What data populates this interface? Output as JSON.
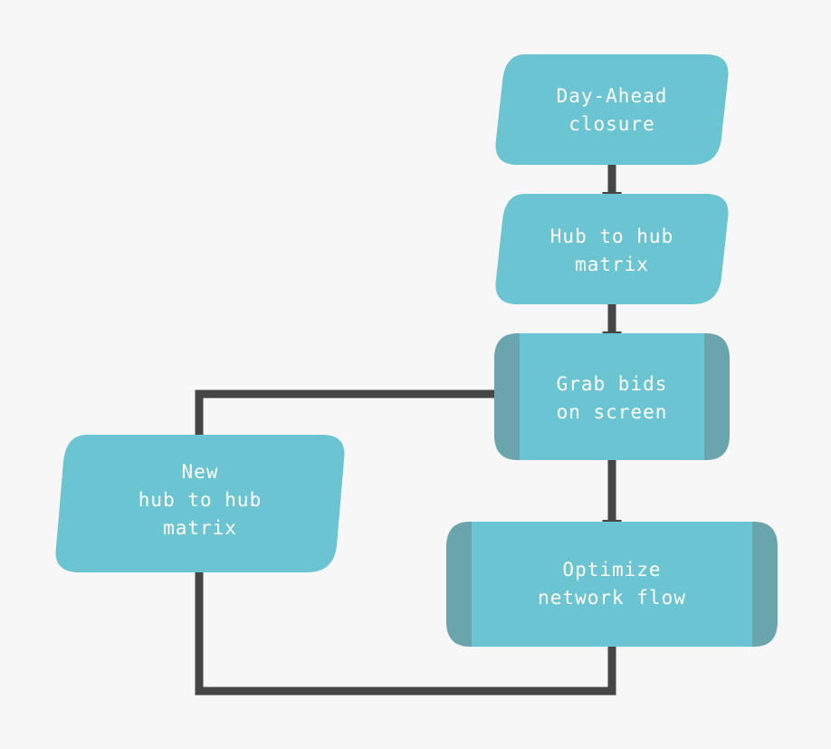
{
  "diagram": {
    "nodes": {
      "day_ahead": {
        "line1": "Day-Ahead",
        "line2": "closure",
        "shape": "parallelogram"
      },
      "hub_matrix": {
        "line1": "Hub to hub",
        "line2": "matrix",
        "shape": "parallelogram"
      },
      "grab_bids": {
        "line1": "Grab bids",
        "line2": "on screen",
        "shape": "predefined-process"
      },
      "optimize": {
        "line1": "Optimize",
        "line2": "network flow",
        "shape": "predefined-process"
      },
      "new_matrix": {
        "line1": "New",
        "line2": "hub to hub",
        "line3": "matrix",
        "shape": "parallelogram"
      }
    },
    "edges": [
      {
        "from": "day_ahead",
        "to": "hub_matrix"
      },
      {
        "from": "hub_matrix",
        "to": "grab_bids"
      },
      {
        "from": "grab_bids",
        "to": "optimize"
      },
      {
        "from": "optimize",
        "to": "new_matrix"
      },
      {
        "from": "new_matrix",
        "to": "grab_bids"
      }
    ],
    "colors": {
      "background": "#f7f7f7",
      "node_fill": "#6bc4d1",
      "node_side_bar": "#6aa4ad",
      "connector": "#464646",
      "text": "#ffffff"
    }
  }
}
